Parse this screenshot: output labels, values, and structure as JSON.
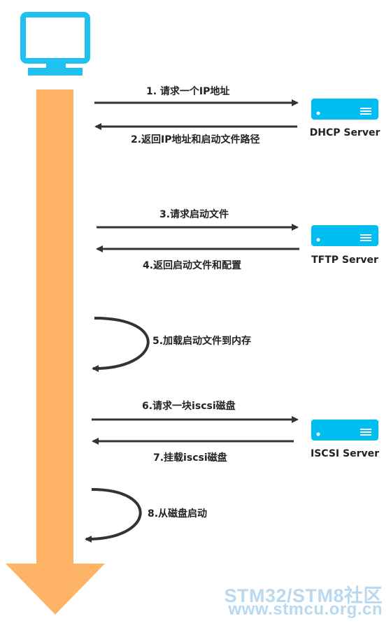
{
  "colors": {
    "monitor": "#1ec1f0",
    "timeline": "#ffb366",
    "server": "#00bef2",
    "arrow": "#333333",
    "watermark": "#7db9e1"
  },
  "icons": [
    "monitor-icon",
    "server-icon"
  ],
  "servers": [
    {
      "label": "DHCP Server"
    },
    {
      "label": "TFTP Server"
    },
    {
      "label": "ISCSI Server"
    }
  ],
  "steps": [
    {
      "label": "1. 请求一个IP地址"
    },
    {
      "label": "2.返回IP地址和启动文件路径"
    },
    {
      "label": "3.请求启动文件"
    },
    {
      "label": "4.返回启动文件和配置"
    },
    {
      "label": "5.加载启动文件到内存"
    },
    {
      "label": "6.请求一块iscsi磁盘"
    },
    {
      "label": "7.挂载iscsi磁盘"
    },
    {
      "label": "8.从磁盘启动"
    }
  ],
  "watermark": {
    "line1": "STM32/STM8社区",
    "line2": "www.stmcu.org.cn"
  }
}
